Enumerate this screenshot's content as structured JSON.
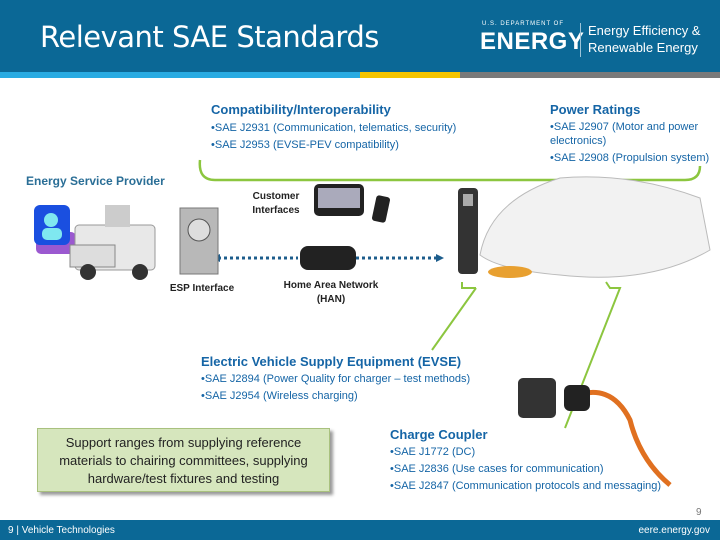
{
  "header": {
    "title": "Relevant SAE Standards",
    "logo": {
      "dept": "U.S. DEPARTMENT OF",
      "energy": "ENERGY",
      "office_line1": "Energy Efficiency &",
      "office_line2": "Renewable Energy"
    }
  },
  "colors": {
    "header": "#0b6896",
    "accent_green": "#8cc63f",
    "heading_blue": "#1565a6",
    "stripe_cyan": "#29abe2",
    "stripe_yellow": "#f5c400",
    "stripe_gray": "#7a7a7a"
  },
  "compatibility": {
    "heading": "Compatibility/Interoperability",
    "items": [
      "•SAE J2931 (Communication, telematics, security)",
      "•SAE J2953 (EVSE-PEV compatibility)"
    ]
  },
  "power": {
    "heading": "Power Ratings",
    "items": [
      "•SAE J2907 (Motor and power electronics)",
      "•SAE J2908 (Propulsion system)"
    ]
  },
  "esp": {
    "heading": "Energy Service Provider"
  },
  "labels": {
    "customer": "Customer Interfaces",
    "esp_interface": "ESP Interface",
    "han": "Home Area Network (HAN)"
  },
  "evse": {
    "heading": "Electric Vehicle Supply Equipment (EVSE)",
    "items": [
      "•SAE J2894 (Power Quality for charger – test methods)",
      "•SAE J2954 (Wireless charging)"
    ]
  },
  "coupler": {
    "heading": "Charge Coupler",
    "items": [
      "•SAE J1772 (DC)",
      "•SAE J2836 (Use cases for communication)",
      "•SAE J2847 (Communication protocols and messaging)"
    ]
  },
  "note": "Support ranges from supplying reference materials to chairing committees, supplying hardware/test fixtures and testing",
  "page_number": "9",
  "footer": {
    "left": "9 | Vehicle Technologies",
    "right": "eere.energy.gov"
  }
}
